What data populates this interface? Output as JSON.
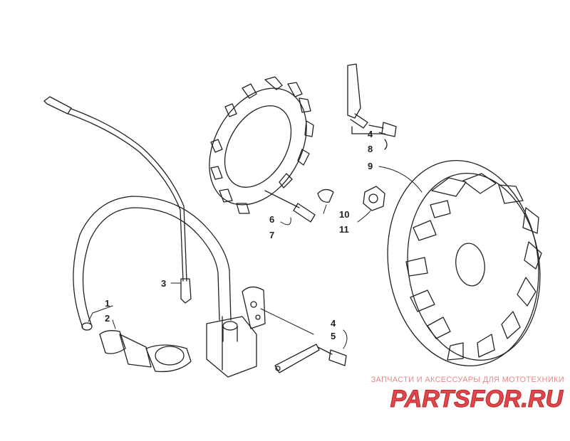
{
  "callouts": {
    "c1": "1",
    "c2": "2",
    "c3": "3",
    "c4a": "4",
    "c8": "8",
    "c9": "9",
    "c6": "6",
    "c7": "7",
    "c10": "10",
    "c11": "11",
    "c4b": "4",
    "c5": "5"
  },
  "watermark": {
    "tagline": "ЗАПЧАСТИ И АКСЕССУАРЫ ДЛЯ МОТОТЕХНИКИ",
    "logo_text": "PARTSFOR.RU",
    "color": "#e0464a"
  },
  "colors": {
    "line": "#222222",
    "bg": "#ffffff"
  }
}
